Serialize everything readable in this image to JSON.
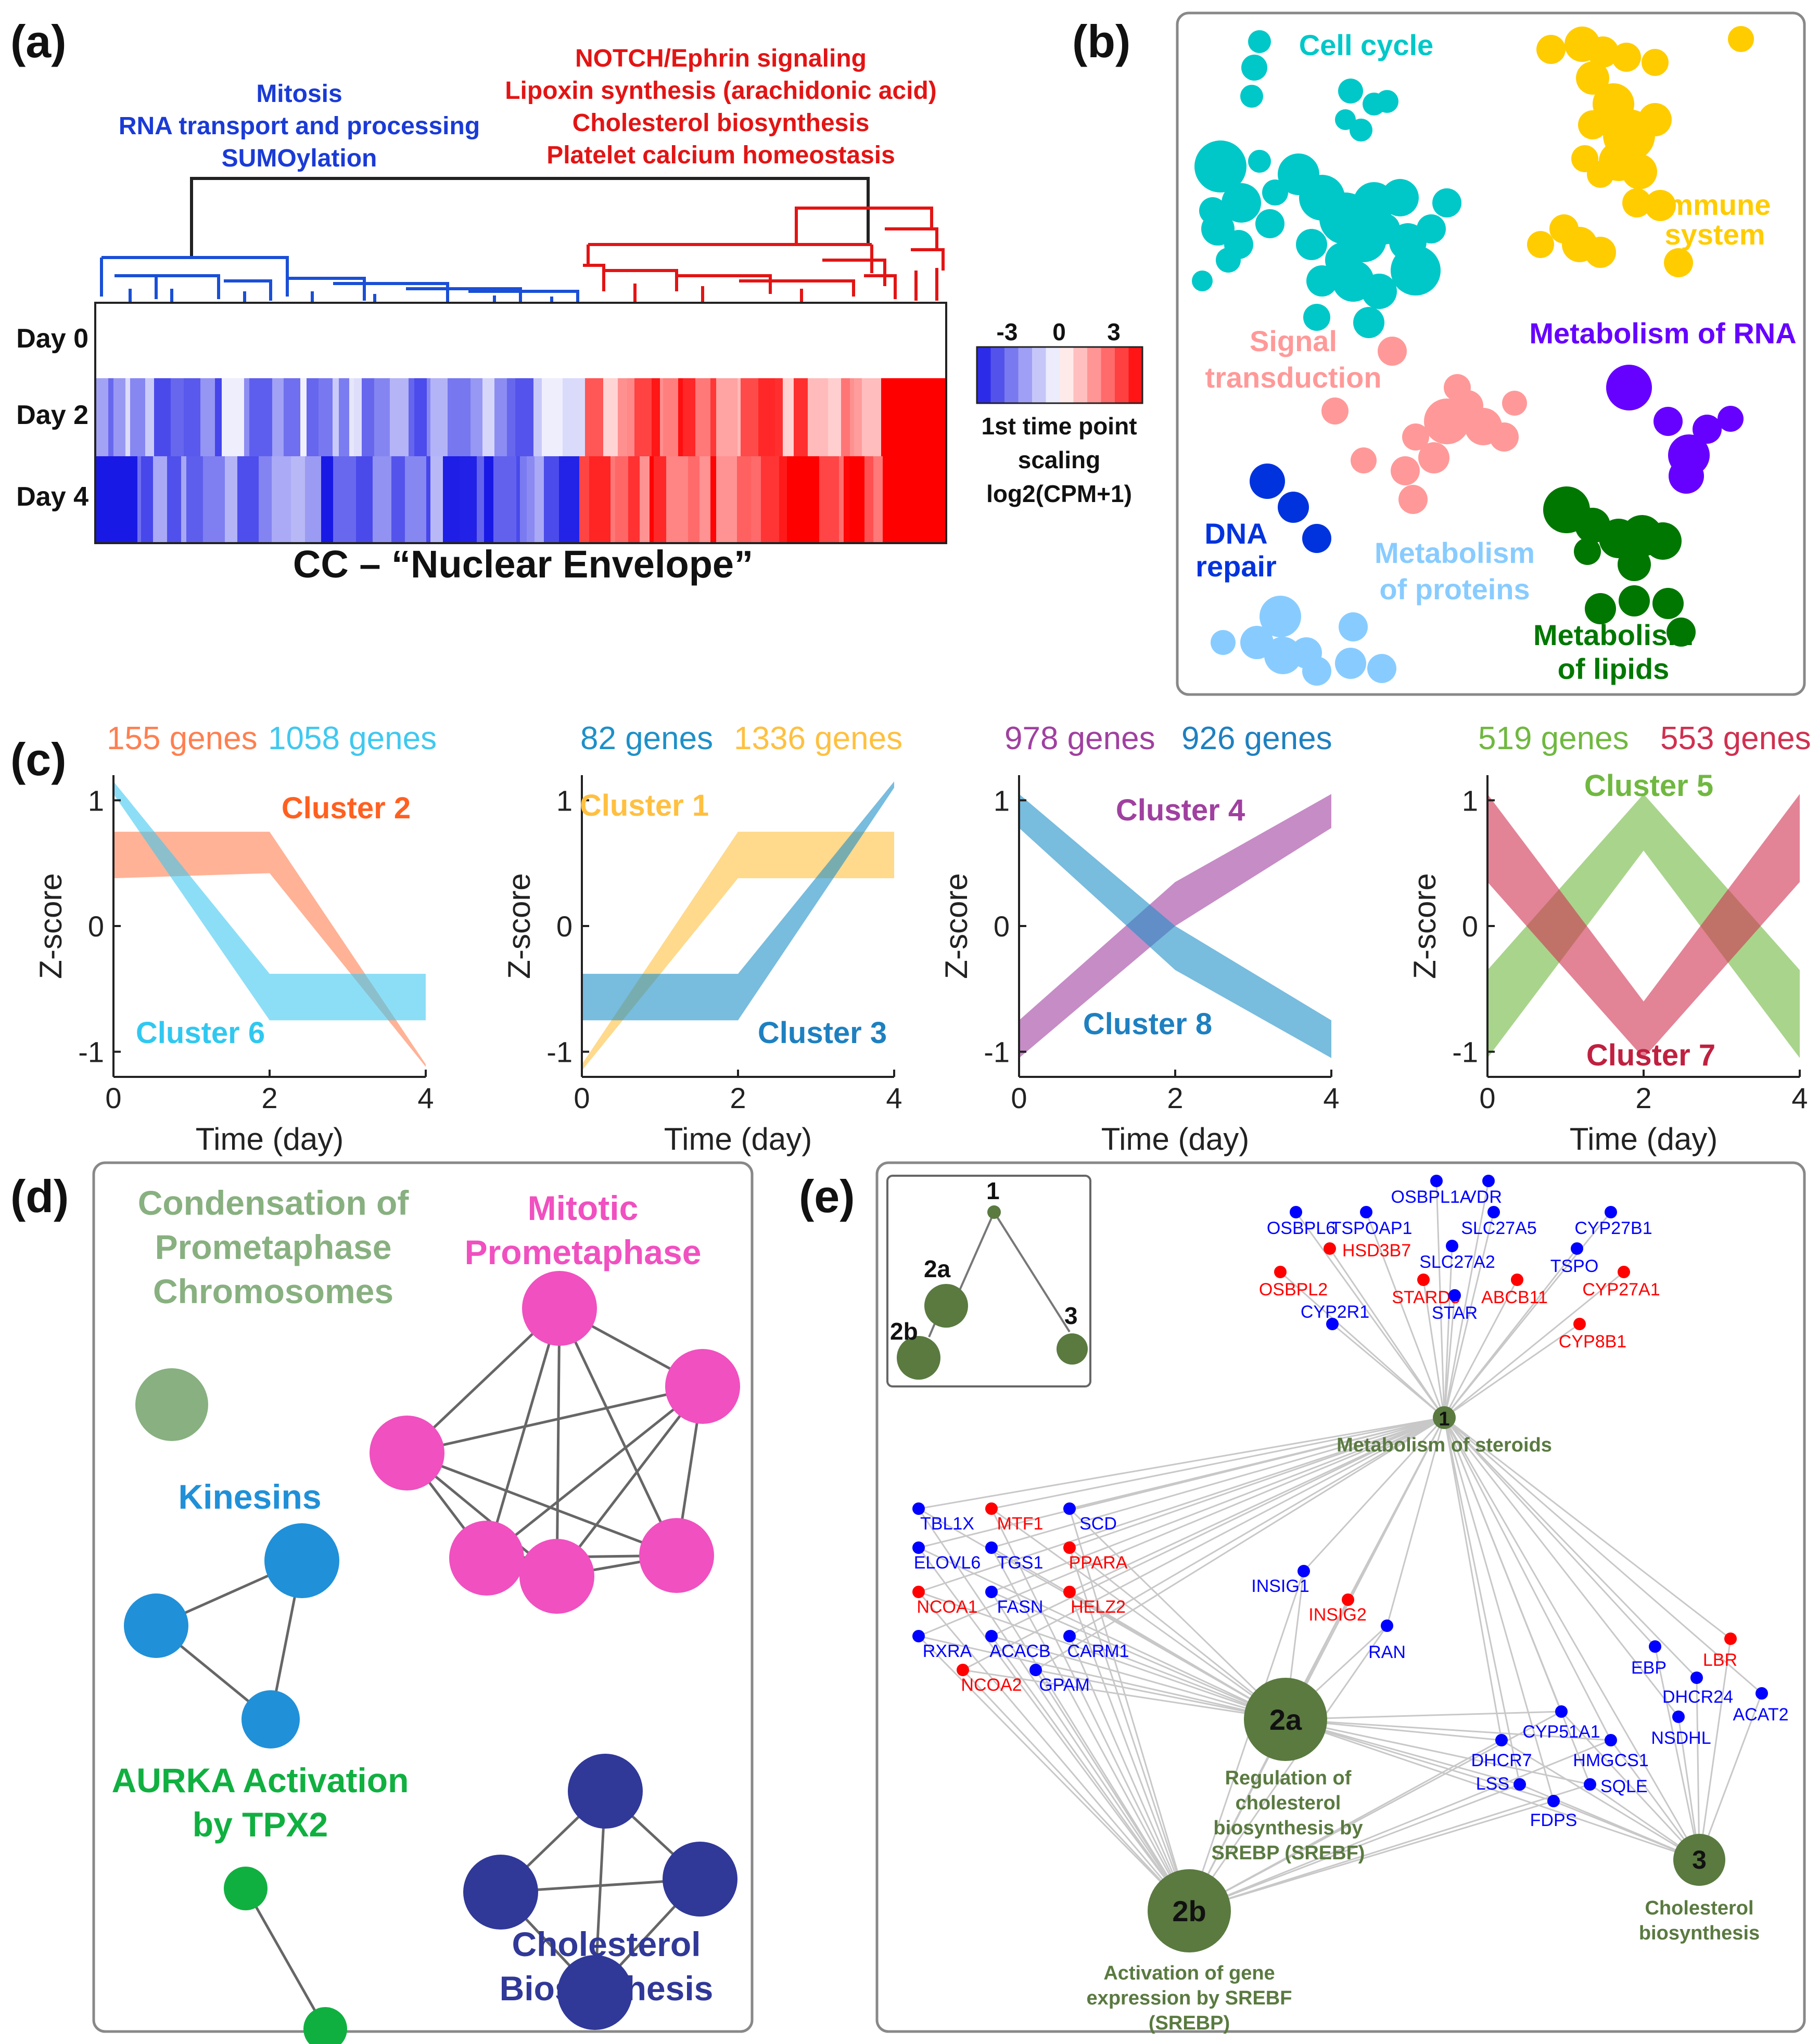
{
  "panel_a": {
    "label": "(a)",
    "blue_terms": [
      "Mitosis",
      "RNA transport and processing",
      "SUMOylation"
    ],
    "red_terms": [
      "NOTCH/Ephrin signaling",
      "Lipoxin synthesis (arachidonic acid)",
      "Cholesterol biosynthesis",
      "Platelet calcium homeostasis"
    ],
    "rows": [
      "Day 0",
      "Day 2",
      "Day 4"
    ],
    "title": "CC – “Nuclear Envelope”",
    "colorbar": {
      "ticks": [
        "-3",
        "0",
        "3"
      ],
      "label_lines": [
        "1st time point",
        "scaling",
        "log2(CPM+1)"
      ],
      "low_color": "#1010e8",
      "mid_color": "#ffffff",
      "high_color": "#ff0000"
    }
  },
  "panel_b": {
    "label": "(b)",
    "clusters": [
      {
        "name": "Cell cycle",
        "color": "#00c8c8"
      },
      {
        "name": "Immune system",
        "color": "#ffcc00"
      },
      {
        "name": "Signal transduction",
        "color": "#ff9999"
      },
      {
        "name": "Metabolism of RNA",
        "color": "#6600ff"
      },
      {
        "name": "DNA repair",
        "color": "#0033dd"
      },
      {
        "name": "Metabolism of proteins",
        "color": "#88ccff"
      },
      {
        "name": "Metabolism of lipids",
        "color": "#007700"
      }
    ]
  },
  "panel_c": {
    "label": "(c)",
    "ylabel": "Z-score",
    "xlabel": "Time (day)",
    "xticks": [
      "0",
      "2",
      "4"
    ],
    "yticks": [
      "1",
      "0",
      "-1"
    ]
  },
  "chart_data": [
    {
      "type": "area",
      "xlabel": "Time (day)",
      "ylabel": "Z-score",
      "x": [
        0,
        2,
        4
      ],
      "ylim": [
        -1.2,
        1.2
      ],
      "series": [
        {
          "name": "Cluster 2",
          "genes": "155 genes",
          "color": "#ff7f50",
          "lower": [
            0.38,
            0.42,
            -1.12
          ],
          "upper": [
            0.75,
            0.75,
            -1.1
          ]
        },
        {
          "name": "Cluster 6",
          "genes": "1058 genes",
          "color": "#40c8f0",
          "lower": [
            1.05,
            -0.75,
            -0.75
          ],
          "upper": [
            1.15,
            -0.38,
            -0.38
          ]
        }
      ]
    },
    {
      "type": "area",
      "xlabel": "Time (day)",
      "ylabel": "Z-score",
      "x": [
        0,
        2,
        4
      ],
      "ylim": [
        -1.2,
        1.2
      ],
      "series": [
        {
          "name": "Cluster 1",
          "genes": "1336 genes",
          "color": "#ffc040",
          "lower": [
            -1.15,
            0.38,
            0.38
          ],
          "upper": [
            -1.1,
            0.75,
            0.75
          ]
        },
        {
          "name": "Cluster 3",
          "genes": "82 genes",
          "color": "#1e90c8",
          "lower": [
            -0.75,
            -0.75,
            1.1
          ],
          "upper": [
            -0.38,
            -0.38,
            1.15
          ]
        }
      ]
    },
    {
      "type": "area",
      "xlabel": "Time (day)",
      "ylabel": "Z-score",
      "x": [
        0,
        2,
        4
      ],
      "ylim": [
        -1.2,
        1.2
      ],
      "series": [
        {
          "name": "Cluster 4",
          "genes": "978 genes",
          "color": "#a040a0",
          "lower": [
            -1.05,
            0.0,
            0.78
          ],
          "upper": [
            -0.75,
            0.35,
            1.05
          ]
        },
        {
          "name": "Cluster 8",
          "genes": "926 genes",
          "color": "#1e90c8",
          "lower": [
            0.78,
            -0.35,
            -1.05
          ],
          "upper": [
            1.05,
            0.0,
            -0.75
          ]
        }
      ]
    },
    {
      "type": "area",
      "xlabel": "Time (day)",
      "ylabel": "Z-score",
      "x": [
        0,
        2,
        4
      ],
      "ylim": [
        -1.2,
        1.2
      ],
      "series": [
        {
          "name": "Cluster 5",
          "genes": "519 genes",
          "color": "#70b840",
          "lower": [
            -1.05,
            0.6,
            -1.05
          ],
          "upper": [
            -0.35,
            1.05,
            -0.35
          ]
        },
        {
          "name": "Cluster 7",
          "genes": "553 genes",
          "color": "#d03050",
          "lower": [
            0.35,
            -1.05,
            0.35
          ],
          "upper": [
            1.05,
            -0.6,
            1.05
          ]
        }
      ]
    }
  ],
  "panel_d": {
    "label": "(d)",
    "groups": [
      {
        "title_lines": [
          "Condensation of",
          "Prometaphase",
          "Chromosomes"
        ],
        "color": "#88b080"
      },
      {
        "title_lines": [
          "Mitotic",
          "Prometaphase"
        ],
        "color": "#f050c0"
      },
      {
        "title_lines": [
          "Kinesins"
        ],
        "color": "#2090d8"
      },
      {
        "title_lines": [
          "AURKA Activation",
          "by TPX2"
        ],
        "color": "#10b040"
      },
      {
        "title_lines": [
          "Cholesterol",
          "Biosynthesis"
        ],
        "color": "#303898"
      }
    ]
  },
  "panel_e": {
    "label": "(e)",
    "hubs": [
      {
        "id": "1",
        "lines": [
          "Metabolism of steroids"
        ]
      },
      {
        "id": "2a",
        "lines": [
          "Regulation of",
          "cholesterol",
          "biosynthesis by",
          "SREBP (SREBF)"
        ]
      },
      {
        "id": "2b",
        "lines": [
          "Activation of gene",
          "expression by SREBF",
          "(SREBP)"
        ]
      },
      {
        "id": "3",
        "lines": [
          "Cholesterol",
          "biosynthesis"
        ]
      }
    ],
    "inset_labels": [
      "1",
      "2a",
      "2b",
      "3"
    ],
    "gene_up_color": "#ff0000",
    "gene_down_color": "#0000ff",
    "genes_steroids": [
      {
        "name": "OSBPL1A",
        "up": false
      },
      {
        "name": "VDR",
        "up": false
      },
      {
        "name": "OSBPL6",
        "up": false
      },
      {
        "name": "TSPOAP1",
        "up": false
      },
      {
        "name": "SLC27A5",
        "up": false
      },
      {
        "name": "CYP27B1",
        "up": false
      },
      {
        "name": "SLC27A2",
        "up": false
      },
      {
        "name": "HSD3B7",
        "up": true
      },
      {
        "name": "TSPO",
        "up": false
      },
      {
        "name": "OSBPL2",
        "up": true
      },
      {
        "name": "STARD5",
        "up": true
      },
      {
        "name": "ABCB11",
        "up": true
      },
      {
        "name": "CYP27A1",
        "up": true
      },
      {
        "name": "STAR",
        "up": false
      },
      {
        "name": "CYP2R1",
        "up": false
      },
      {
        "name": "CYP8B1",
        "up": true
      }
    ],
    "genes_srebf": [
      {
        "name": "TBL1X",
        "up": false
      },
      {
        "name": "MTF1",
        "up": true
      },
      {
        "name": "SCD",
        "up": false
      },
      {
        "name": "ELOVL6",
        "up": false
      },
      {
        "name": "TGS1",
        "up": false
      },
      {
        "name": "PPARA",
        "up": true
      },
      {
        "name": "NCOA1",
        "up": true
      },
      {
        "name": "FASN",
        "up": false
      },
      {
        "name": "HELZ2",
        "up": true
      },
      {
        "name": "RXRA",
        "up": false
      },
      {
        "name": "ACACB",
        "up": false
      },
      {
        "name": "CARM1",
        "up": false
      },
      {
        "name": "NCOA2",
        "up": true
      },
      {
        "name": "GPAM",
        "up": false
      }
    ],
    "genes_insig": [
      {
        "name": "INSIG1",
        "up": false
      },
      {
        "name": "INSIG2",
        "up": true
      },
      {
        "name": "RAN",
        "up": false
      }
    ],
    "genes_chol": [
      {
        "name": "CYP51A1",
        "up": false
      },
      {
        "name": "DHCR7",
        "up": false
      },
      {
        "name": "HMGCS1",
        "up": false
      },
      {
        "name": "LSS",
        "up": false
      },
      {
        "name": "SQLE",
        "up": false
      },
      {
        "name": "FDPS",
        "up": false
      }
    ],
    "genes_3only": [
      {
        "name": "EBP",
        "up": false
      },
      {
        "name": "LBR",
        "up": true
      },
      {
        "name": "DHCR24",
        "up": false
      },
      {
        "name": "ACAT2",
        "up": false
      },
      {
        "name": "NSDHL",
        "up": false
      }
    ]
  }
}
